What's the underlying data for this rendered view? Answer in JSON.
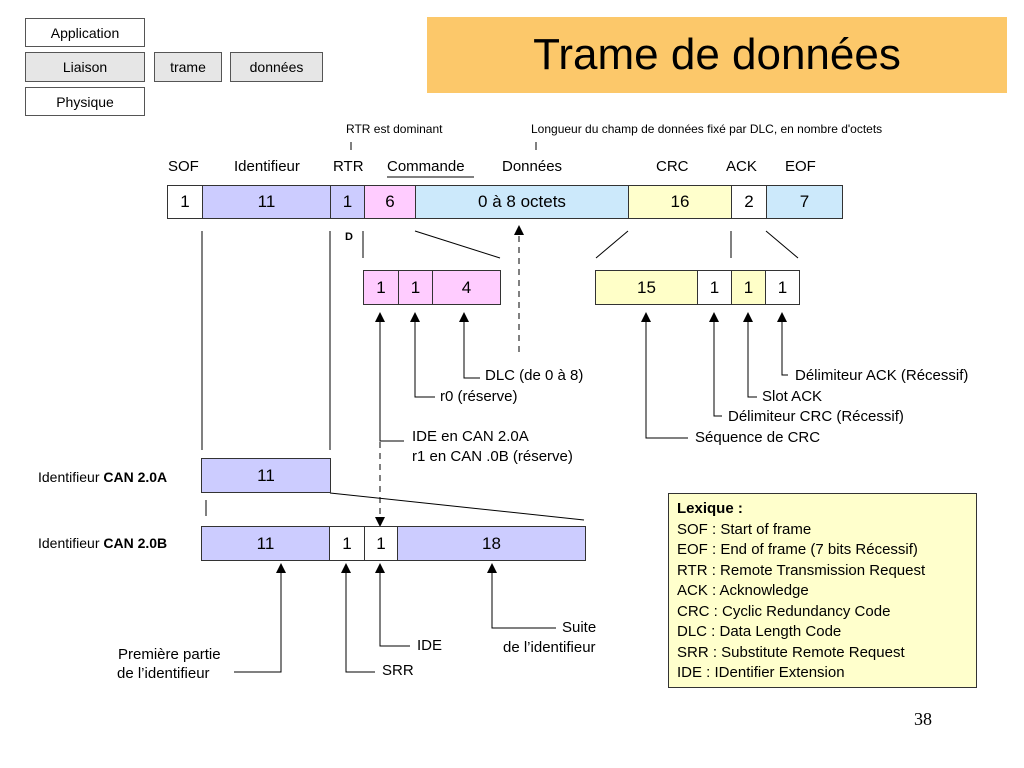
{
  "layers": {
    "application": "Application",
    "liaison": "Liaison",
    "physique": "Physique",
    "trame": "trame",
    "donnees": "données"
  },
  "title": "Trame de données",
  "annotations": {
    "rtr_dominant": "RTR est dominant",
    "dlc_note": "Longueur du champ de données fixé par DLC, en nombre d'octets",
    "d_marker": "D"
  },
  "field_labels": {
    "sof": "SOF",
    "identifier": "Identifieur",
    "rtr": "RTR",
    "commande": "Commande",
    "donnees": "Données",
    "crc": "CRC",
    "ack": "ACK",
    "eof": "EOF"
  },
  "main_frame": [
    "1",
    "11",
    "1",
    "6",
    "0 à 8 octets",
    "16",
    "2",
    "7"
  ],
  "commande_detail": [
    "1",
    "1",
    "4"
  ],
  "crc_ack_detail": [
    "15",
    "1",
    "1",
    "1"
  ],
  "descriptions": {
    "dlc": "DLC (de 0 à 8)",
    "r0": "r0 (réserve)",
    "ide_a": "IDE en CAN 2.0A",
    "r1_b": "r1 en CAN .0B (réserve)",
    "ack_delim": "Délimiteur ACK (Récessif)",
    "slot_ack": "Slot ACK",
    "crc_delim": "Délimiteur CRC (Récessif)",
    "crc_seq": "Séquence de CRC"
  },
  "can20a": {
    "prefix": "Identifieur ",
    "bold": "CAN 2.0A",
    "cells": [
      "11"
    ]
  },
  "can20b": {
    "prefix": "Identifieur ",
    "bold": "CAN 2.0B",
    "cells": [
      "11",
      "1",
      "1",
      "18"
    ]
  },
  "bottom_labels": {
    "premiere_1": "Première partie",
    "premiere_2": "de l’identifieur",
    "srr": "SRR",
    "ide": "IDE",
    "suite_1": "Suite",
    "suite_2": "de l’identifieur"
  },
  "lexique": {
    "heading": "Lexique :",
    "items": [
      "SOF : Start of frame",
      "EOF : End of frame (7 bits Récessif)",
      "RTR : Remote Transmission Request",
      "ACK : Acknowledge",
      "CRC : Cyclic Redundancy Code",
      "DLC :  Data Length Code",
      "SRR : Substitute Remote Request",
      "IDE :   IDentifier Extension"
    ]
  },
  "page_number": "38",
  "colors": {
    "title_bg": "#fcc86a",
    "identifier": "#ccccff",
    "commande": "#ffccff",
    "donnees": "#cce9fb",
    "crc": "#ffffcc"
  }
}
